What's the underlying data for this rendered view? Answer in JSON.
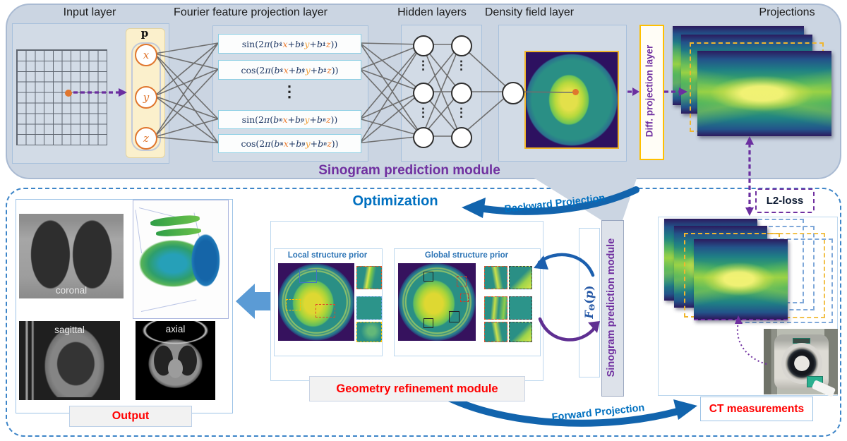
{
  "colors": {
    "ink": "#1f3864",
    "vx": "#ed7d31",
    "vy": "#f0a13c",
    "vz": "#ed7d31",
    "fblue": "#2457a5",
    "module_purple": "#7030a0",
    "accent_blue": "#0070c0",
    "label_red": "#ff0000",
    "panel_fill": "#cbd5e2",
    "highlight_yellow": "#ffc000"
  },
  "misc": {
    "vdots": "⋮"
  },
  "top": {
    "headers": [
      "Input layer",
      "Fourier feature projection layer",
      "Hidden layers",
      "Density field layer",
      "Projections"
    ],
    "p_label": "p",
    "input_nodes": [
      "x",
      "y",
      "z"
    ],
    "formulas": [
      {
        "segments": [
          {
            "t": "sin",
            "c": "ink"
          },
          {
            "t": "(2",
            "c": "ink"
          },
          {
            "t": "π",
            "c": "ink",
            "i": true
          },
          {
            "t": "(",
            "c": "ink"
          },
          {
            "t": "b",
            "c": "ink",
            "i": true
          },
          {
            "t": "x",
            "c": "ink",
            "v": "sup",
            "i": true
          },
          {
            "t": "1",
            "c": "ink",
            "v": "sub"
          },
          {
            "t": " ",
            "c": "ink"
          },
          {
            "t": "x",
            "c": "vx",
            "i": true
          },
          {
            "t": " + ",
            "c": "ink"
          },
          {
            "t": "b",
            "c": "ink",
            "i": true
          },
          {
            "t": "y",
            "c": "ink",
            "v": "sup",
            "i": true
          },
          {
            "t": "1",
            "c": "ink",
            "v": "sub"
          },
          {
            "t": " ",
            "c": "ink"
          },
          {
            "t": "y",
            "c": "vy",
            "i": true
          },
          {
            "t": " + ",
            "c": "ink"
          },
          {
            "t": "b",
            "c": "ink",
            "i": true
          },
          {
            "t": "z",
            "c": "ink",
            "v": "sup",
            "i": true
          },
          {
            "t": "1",
            "c": "ink",
            "v": "sub"
          },
          {
            "t": " ",
            "c": "ink"
          },
          {
            "t": "z",
            "c": "vz",
            "i": true
          },
          {
            "t": "))",
            "c": "ink"
          }
        ]
      },
      {
        "segments": [
          {
            "t": "cos",
            "c": "ink"
          },
          {
            "t": "(2",
            "c": "ink"
          },
          {
            "t": "π",
            "c": "ink",
            "i": true
          },
          {
            "t": "(",
            "c": "ink"
          },
          {
            "t": "b",
            "c": "ink",
            "i": true
          },
          {
            "t": "x",
            "c": "ink",
            "v": "sup",
            "i": true
          },
          {
            "t": "1",
            "c": "ink",
            "v": "sub"
          },
          {
            "t": " ",
            "c": "ink"
          },
          {
            "t": "x",
            "c": "vx",
            "i": true
          },
          {
            "t": " + ",
            "c": "ink"
          },
          {
            "t": "b",
            "c": "ink",
            "i": true
          },
          {
            "t": "y",
            "c": "ink",
            "v": "sup",
            "i": true
          },
          {
            "t": "1",
            "c": "ink",
            "v": "sub"
          },
          {
            "t": " ",
            "c": "ink"
          },
          {
            "t": "y",
            "c": "vy",
            "i": true
          },
          {
            "t": " + ",
            "c": "ink"
          },
          {
            "t": "b",
            "c": "ink",
            "i": true
          },
          {
            "t": "z",
            "c": "ink",
            "v": "sup",
            "i": true
          },
          {
            "t": "1",
            "c": "ink",
            "v": "sub"
          },
          {
            "t": " ",
            "c": "ink"
          },
          {
            "t": "z",
            "c": "vz",
            "i": true
          },
          {
            "t": "))",
            "c": "ink"
          }
        ]
      },
      {
        "segments": [
          {
            "t": "sin",
            "c": "ink"
          },
          {
            "t": "(2",
            "c": "ink"
          },
          {
            "t": "π",
            "c": "ink",
            "i": true
          },
          {
            "t": "(",
            "c": "ink"
          },
          {
            "t": "b",
            "c": "ink",
            "i": true
          },
          {
            "t": "x",
            "c": "ink",
            "v": "sup",
            "i": true
          },
          {
            "t": "n",
            "c": "ink",
            "v": "sub",
            "i": true
          },
          {
            "t": " ",
            "c": "ink"
          },
          {
            "t": "x",
            "c": "vx",
            "i": true
          },
          {
            "t": " + ",
            "c": "ink"
          },
          {
            "t": "b",
            "c": "ink",
            "i": true
          },
          {
            "t": "y",
            "c": "ink",
            "v": "sup",
            "i": true
          },
          {
            "t": "n",
            "c": "ink",
            "v": "sub",
            "i": true
          },
          {
            "t": " ",
            "c": "ink"
          },
          {
            "t": "y",
            "c": "vy",
            "i": true
          },
          {
            "t": " + ",
            "c": "ink"
          },
          {
            "t": "b",
            "c": "ink",
            "i": true
          },
          {
            "t": "z",
            "c": "ink",
            "v": "sup",
            "i": true
          },
          {
            "t": "n",
            "c": "ink",
            "v": "sub",
            "i": true
          },
          {
            "t": " ",
            "c": "ink"
          },
          {
            "t": "z",
            "c": "vz",
            "i": true
          },
          {
            "t": "))",
            "c": "ink"
          }
        ]
      },
      {
        "segments": [
          {
            "t": "cos",
            "c": "ink"
          },
          {
            "t": "(2",
            "c": "ink"
          },
          {
            "t": "π",
            "c": "ink",
            "i": true
          },
          {
            "t": "(",
            "c": "ink"
          },
          {
            "t": "b",
            "c": "ink",
            "i": true
          },
          {
            "t": "x",
            "c": "ink",
            "v": "sup",
            "i": true
          },
          {
            "t": "n",
            "c": "ink",
            "v": "sub",
            "i": true
          },
          {
            "t": " ",
            "c": "ink"
          },
          {
            "t": "x",
            "c": "vx",
            "i": true
          },
          {
            "t": " + ",
            "c": "ink"
          },
          {
            "t": "b",
            "c": "ink",
            "i": true
          },
          {
            "t": "y",
            "c": "ink",
            "v": "sup",
            "i": true
          },
          {
            "t": "n",
            "c": "ink",
            "v": "sub",
            "i": true
          },
          {
            "t": " ",
            "c": "ink"
          },
          {
            "t": "y",
            "c": "vy",
            "i": true
          },
          {
            "t": " + ",
            "c": "ink"
          },
          {
            "t": "b",
            "c": "ink",
            "i": true
          },
          {
            "t": "z",
            "c": "ink",
            "v": "sup",
            "i": true
          },
          {
            "t": "n",
            "c": "ink",
            "v": "sub",
            "i": true
          },
          {
            "t": " ",
            "c": "ink"
          },
          {
            "t": "z",
            "c": "vz",
            "i": true
          },
          {
            "t": "))",
            "c": "ink"
          }
        ]
      }
    ],
    "module_label": "Sinogram prediction module",
    "diff_layer_label": "Diff. projection layer"
  },
  "optimization": {
    "title": "Optimization",
    "backward_label": "Backward Projection",
    "forward_label": "Forward Projection",
    "l2_label": "L2-loss",
    "f_theta": {
      "segments": [
        {
          "t": "F",
          "c": "fblue",
          "i": true,
          "b": true
        },
        {
          "t": "Θ",
          "c": "fblue",
          "v": "subn",
          "b": true
        },
        {
          "t": "(",
          "c": "fblue",
          "b": true
        },
        {
          "t": "p",
          "c": "fblue",
          "i": true,
          "b": true
        },
        {
          "t": ")",
          "c": "fblue",
          "b": true
        }
      ]
    },
    "sinogram_module_label": "Sinogram prediction module",
    "geometry_label": "Geometry refinement module",
    "local_prior_title": "Local  structure prior",
    "global_prior_title": "Global structure prior",
    "ct_label": "CT measurements",
    "output_label": "Output",
    "view_labels": [
      "coronal",
      "sagittal",
      "axial"
    ]
  }
}
